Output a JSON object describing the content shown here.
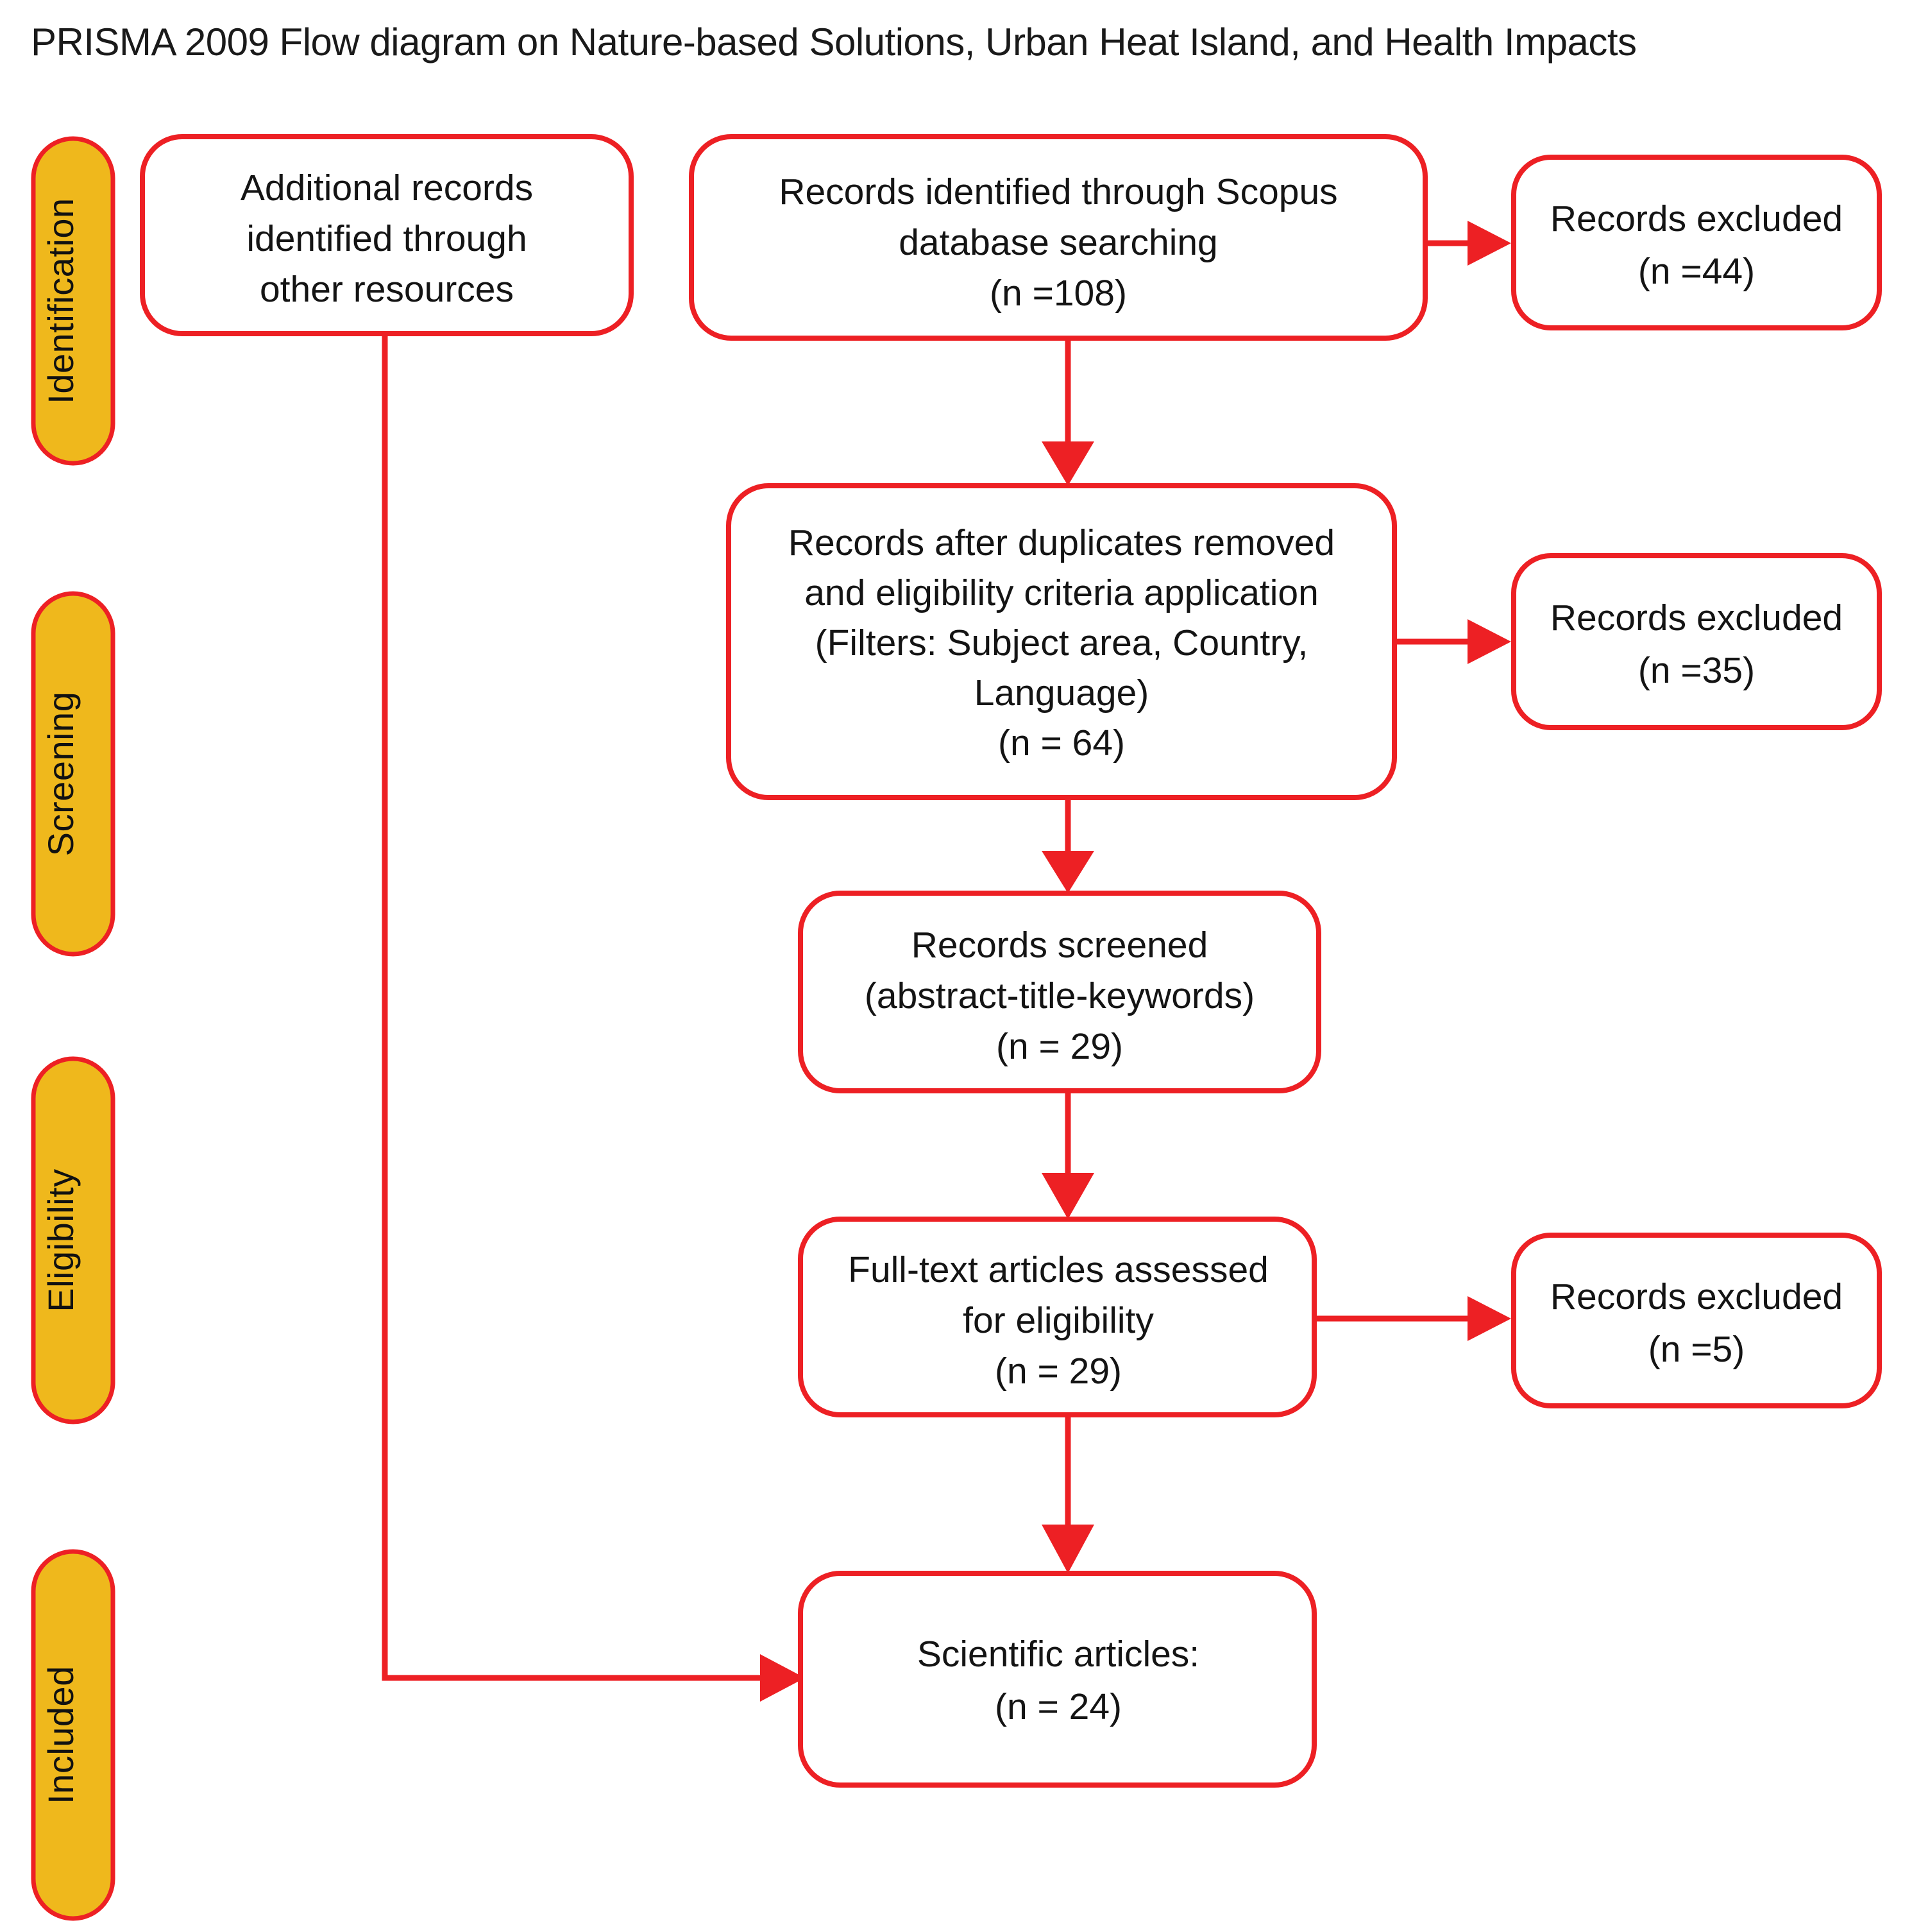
{
  "diagram": {
    "title": "PRISMA 2009 Flow diagram on Nature-based Solutions, Urban Heat Island, and Health Impacts",
    "accent_color": "#ED2024",
    "stage_fill_color": "#EFB81C",
    "node_fill_color": "#FFFFFF",
    "text_color": "#141414"
  },
  "stages": [
    {
      "label": "Identification"
    },
    {
      "label": "Screening"
    },
    {
      "label": "Eligibility"
    },
    {
      "label": "Included"
    }
  ],
  "nodes": {
    "additional_records": {
      "lines": [
        "Additional records",
        "identified through",
        "other resources"
      ]
    },
    "scopus_records": {
      "lines": [
        "Records identified through Scopus",
        "database searching",
        "(n =108)"
      ]
    },
    "excluded_identification": {
      "lines": [
        "Records excluded",
        "(n =44)"
      ]
    },
    "after_duplicates": {
      "lines": [
        "Records after duplicates removed",
        "and eligibility criteria application",
        "(Filters: Subject area, Country,",
        "Language)",
        "(n = 64)"
      ]
    },
    "excluded_screening": {
      "lines": [
        "Records excluded",
        "(n =35)"
      ]
    },
    "records_screened": {
      "lines": [
        "Records screened",
        "(abstract-title-keywords)",
        "(n = 29)"
      ]
    },
    "fulltext_assessed": {
      "lines": [
        "Full-text articles assessed",
        "for eligibility",
        "(n = 29)"
      ]
    },
    "excluded_eligibility": {
      "lines": [
        "Records excluded",
        "(n =5)"
      ]
    },
    "included_articles": {
      "lines": [
        "Scientific articles:",
        "(n = 24)"
      ]
    }
  }
}
